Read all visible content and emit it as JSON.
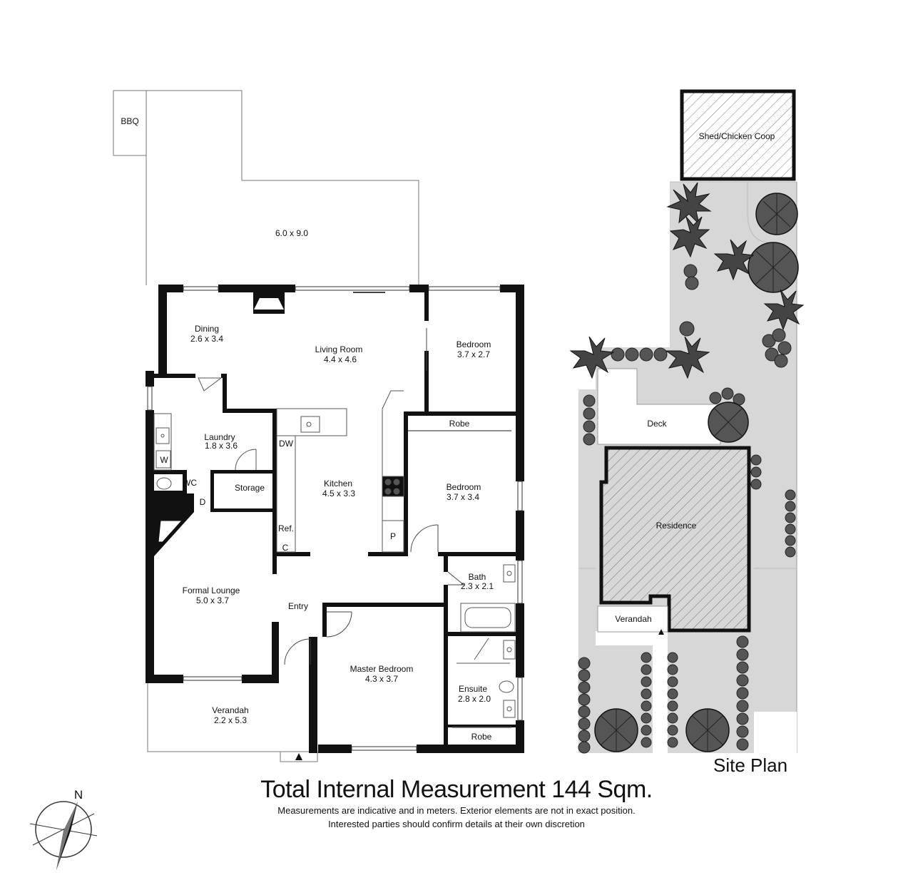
{
  "floor_plan": {
    "outdoor": {
      "bbq": "BBQ",
      "patio": "6.0 x 9.0"
    },
    "rooms": {
      "dining": {
        "name": "Dining",
        "dims": "2.6 x 3.4"
      },
      "living": {
        "name": "Living Room",
        "dims": "4.4 x 4.6"
      },
      "bedroom1": {
        "name": "Bedroom",
        "dims": "3.7 x 2.7"
      },
      "robe1": "Robe",
      "bedroom2": {
        "name": "Bedroom",
        "dims": "3.7 x 3.4"
      },
      "laundry": {
        "name": "Laundry",
        "dims": "1.8 x 3.6"
      },
      "kitchen": {
        "name": "Kitchen",
        "dims": "4.5 x 3.3"
      },
      "storage": "Storage",
      "wc": "WC",
      "w": "W",
      "d": "D",
      "dw": "DW",
      "ref": "Ref.",
      "c": "C",
      "p": "P",
      "bath": {
        "name": "Bath",
        "dims": "2.3 x 2.1"
      },
      "formal_lounge": {
        "name": "Formal Lounge",
        "dims": "5.0 x 3.7"
      },
      "entry": "Entry",
      "master": {
        "name": "Master Bedroom",
        "dims": "4.3 x 3.7"
      },
      "ensuite": {
        "name": "Ensuite",
        "dims": "2.8 x 2.0"
      },
      "robe2": "Robe",
      "verandah": {
        "name": "Verandah",
        "dims": "2.2 x 5.3"
      }
    }
  },
  "site_plan": {
    "title": "Site Plan",
    "shed": "Shed/Chicken Coop",
    "deck": "Deck",
    "residence": "Residence",
    "verandah": "Verandah"
  },
  "compass": {
    "north": "N"
  },
  "footer": {
    "total": "Total Internal Measurement 144 Sqm.",
    "note1": "Measurements are indicative and in meters. Exterior elements are not in exact position.",
    "note2": "Interested parties should confirm details at their own discretion"
  }
}
